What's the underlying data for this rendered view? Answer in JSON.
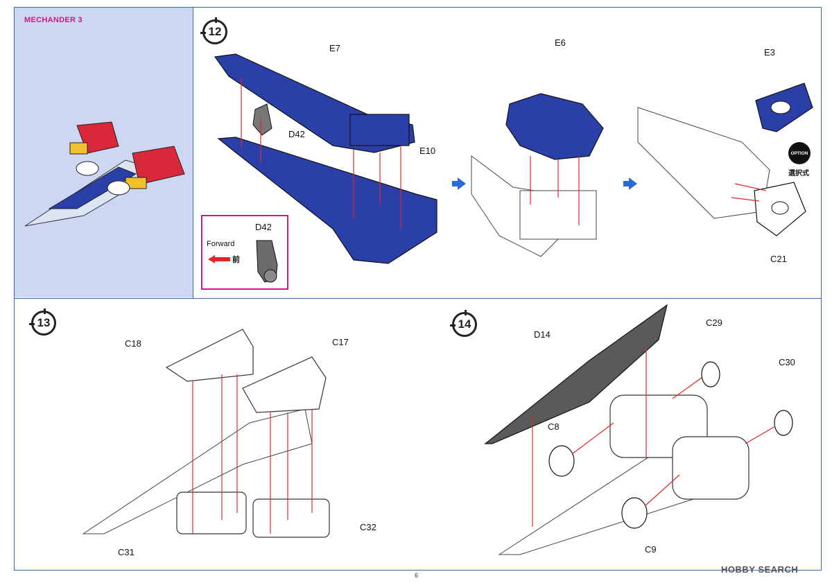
{
  "header": {
    "title": "MECHANDER 3"
  },
  "steps": {
    "s12": "12",
    "s13": "13",
    "s14": "14"
  },
  "parts": {
    "e7": "E7",
    "d42": "D42",
    "e10": "E10",
    "e6": "E6",
    "e3": "E3",
    "c21": "C21",
    "c18": "C18",
    "c17": "C17",
    "c31": "C31",
    "c32": "C32",
    "d14": "D14",
    "c29": "C29",
    "c30": "C30",
    "c8": "C8",
    "c9": "C9"
  },
  "detail": {
    "part": "D42",
    "forward": "Forward",
    "forward_jp": "前"
  },
  "option": {
    "badge": "OPTION",
    "label": "選択式"
  },
  "footer": {
    "page": "6",
    "watermark": "HOBBY SEARCH"
  },
  "colors": {
    "accent_blue": "#2f6fb0",
    "part_blue": "#2a3fa8",
    "magenta": "#d6157f",
    "arrow_red": "#e02828"
  },
  "icons": [
    "step-number-icon",
    "blue-arrow-icon",
    "forward-arrow-icon",
    "option-icon"
  ]
}
